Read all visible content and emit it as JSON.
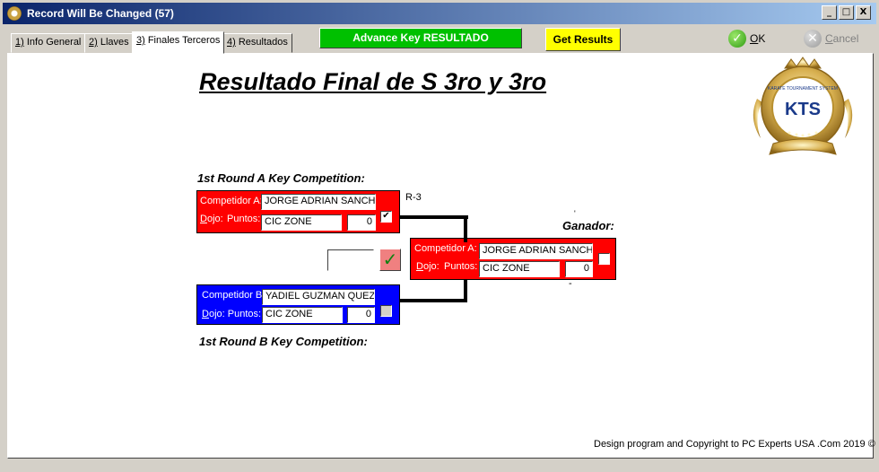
{
  "window": {
    "title": "Record Will Be Changed  (57)",
    "controls": {
      "minimize": "_",
      "maximize": "□",
      "close": "X"
    }
  },
  "tabs": [
    {
      "key": "1)",
      "label": " Info General"
    },
    {
      "key": "2)",
      "label": " Llaves"
    },
    {
      "key": "3)",
      "label": " Finales Terceros"
    },
    {
      "key": "4)",
      "label": " Resultados"
    }
  ],
  "toolbar": {
    "advance_label": "Advance Key RESULTADO",
    "get_results_label": "Get Results",
    "ok_key": "O",
    "ok_rest": "K",
    "cancel_key": "C",
    "cancel_rest": "ancel"
  },
  "main": {
    "title": "Resultado Final de S 3ro y 3ro",
    "round_a_label": "1st Round A Key Competition:",
    "round_b_label": "1st Round B Key Competition:",
    "round_tag": "R-3",
    "winner_label": "Ganador:",
    "dash": "-",
    "tick": "'",
    "copyright": "Design program and Copyright to PC Experts USA .Com 2019 ©"
  },
  "competitor_a": {
    "label": "Competidor A:",
    "dojo_key": "D",
    "dojo_rest": "ojo:",
    "points_label": "Puntos:",
    "name": "JORGE ADRIAN SANCH",
    "dojo": "CIC ZONE",
    "points": "0",
    "checked": true
  },
  "competitor_b": {
    "label": "Competidor B:",
    "dojo_key": "D",
    "dojo_rest": "ojo: Puntos:",
    "name": "YADIEL GUZMAN QUEZ",
    "dojo": "CIC ZONE",
    "points": "0",
    "checked": false
  },
  "winner": {
    "label": "Competidor A:",
    "dojo_key": "D",
    "dojo_rest": "ojo:",
    "points_label": "Puntos:",
    "name": "JORGE ADRIAN SANCH",
    "dojo": "CIC ZONE",
    "points": "0",
    "checked": false
  },
  "colors": {
    "competitor_a": "#ff0000",
    "competitor_b": "#0000ff",
    "advance_button": "#00c000",
    "get_results_button": "#ffff00",
    "confirm_button": "#f08080"
  },
  "icons": {
    "ok": "check-circle-icon",
    "cancel": "x-circle-icon",
    "confirm": "checkmark-icon",
    "logo": "kts-crest-logo"
  },
  "logo": {
    "text": "KTS",
    "ring_text": "KARATE TOURNAMENT SYSTEM"
  }
}
